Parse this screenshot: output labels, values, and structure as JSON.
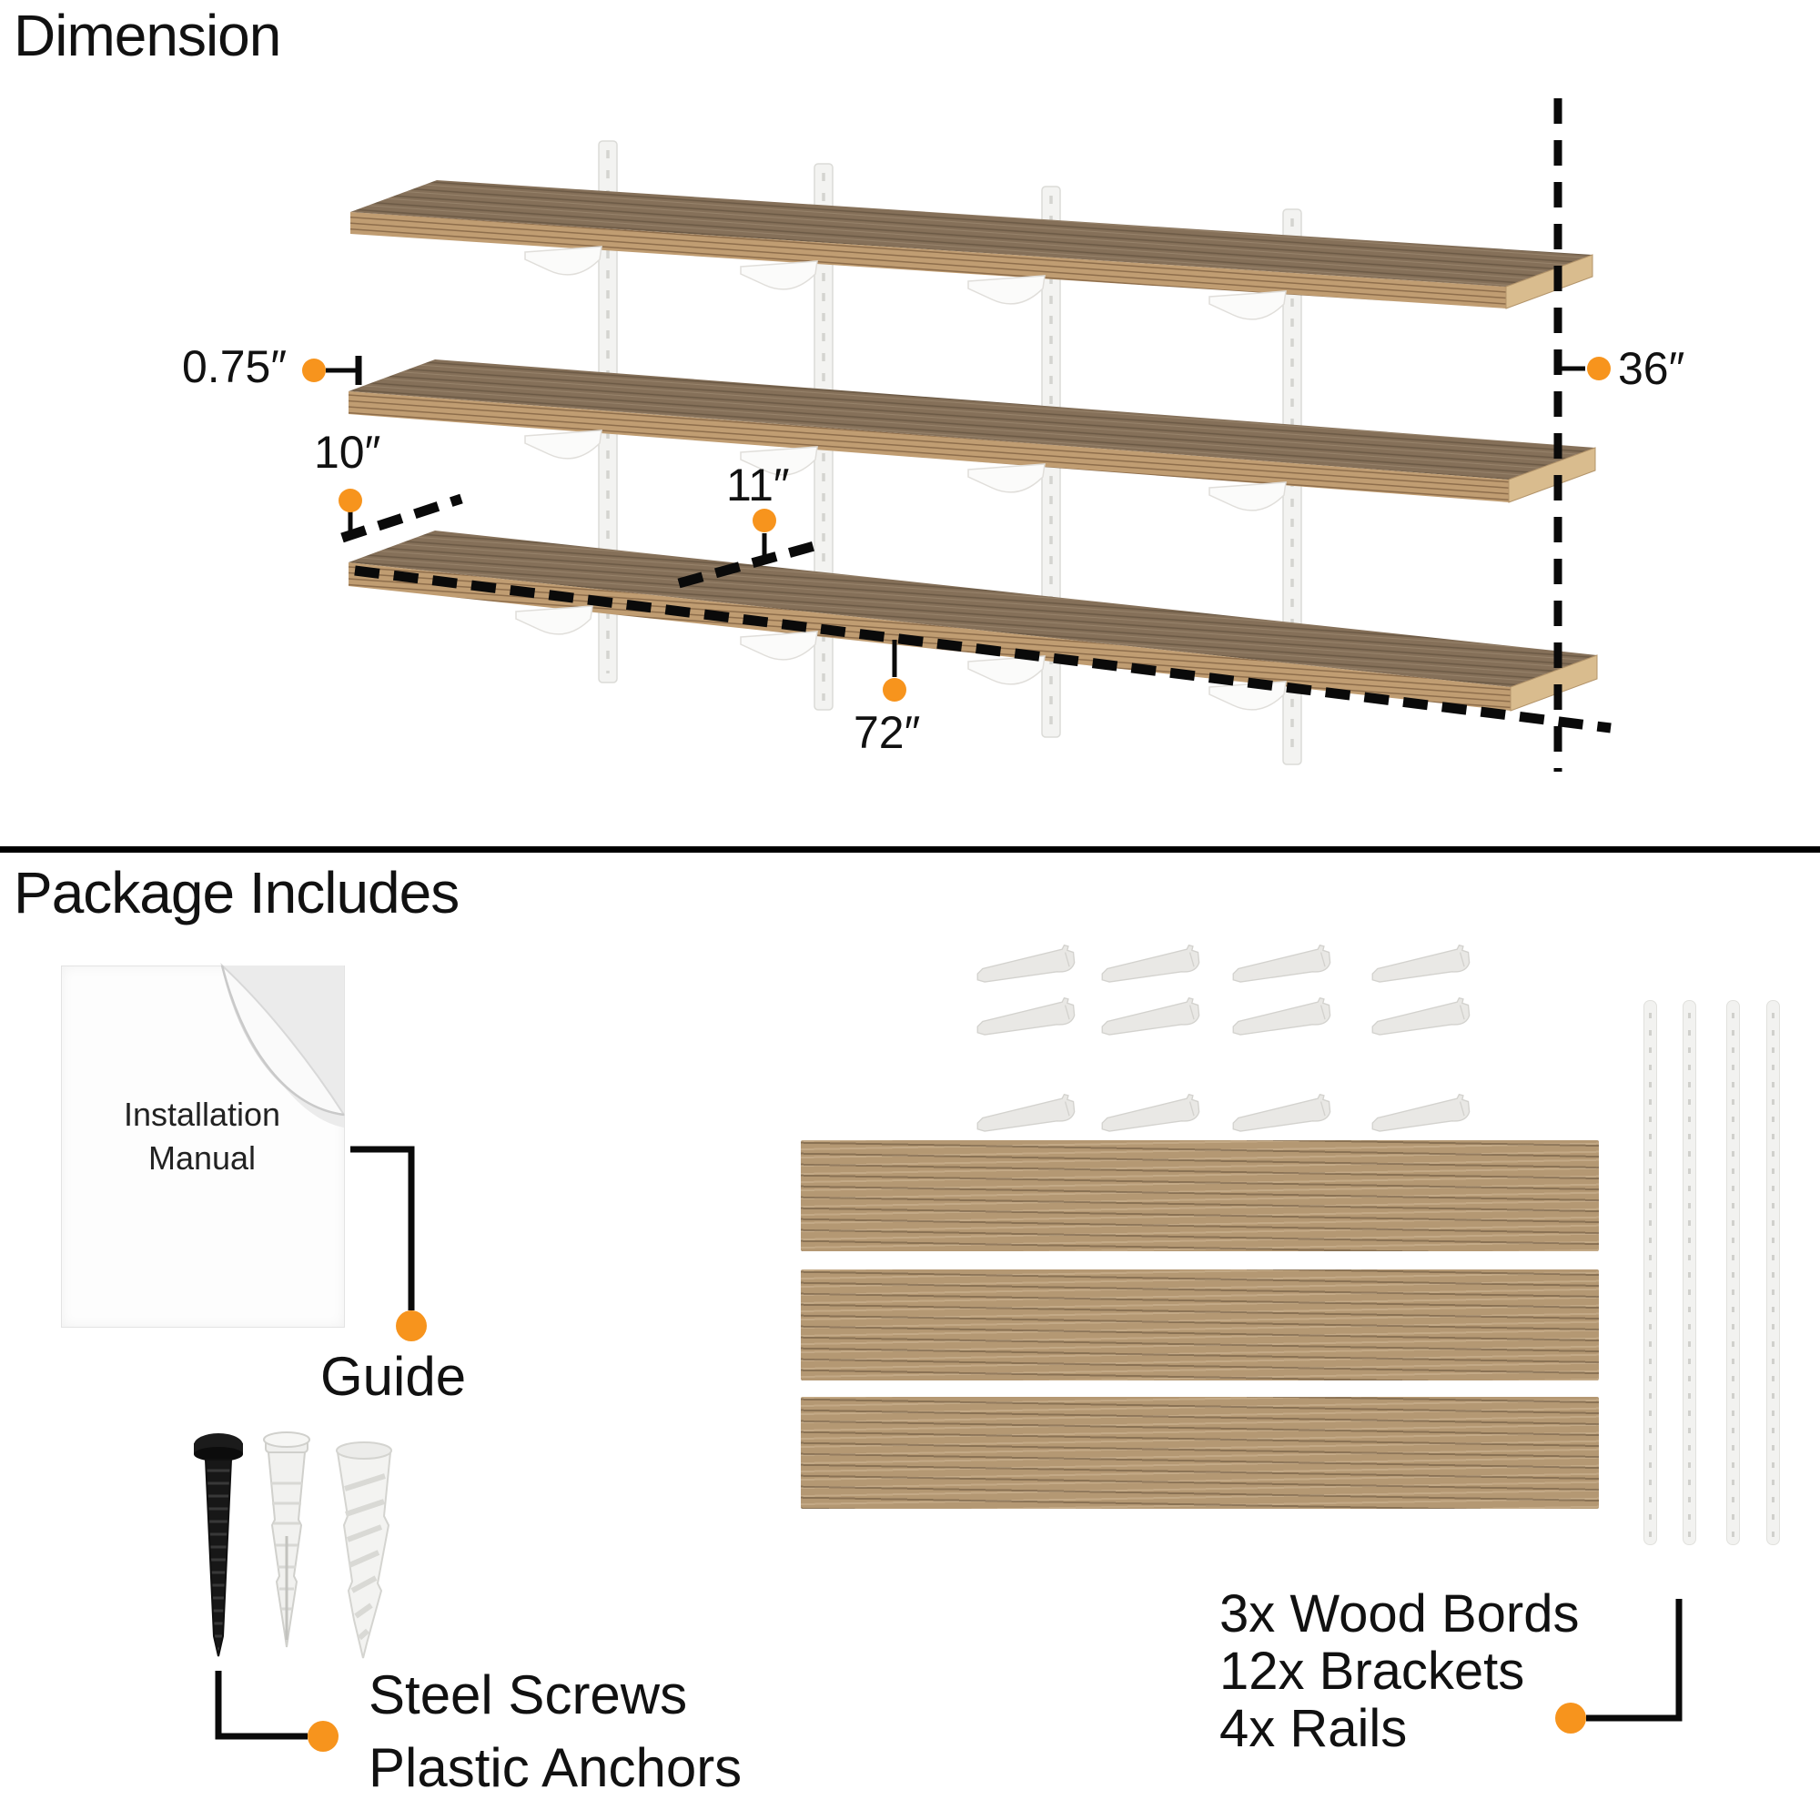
{
  "image_type": "wall shelf product infographic",
  "colors": {
    "accent_orange": "#f7941d",
    "text": "#111111",
    "background": "#ffffff",
    "wood_top": "#84705a",
    "wood_edge": "#c19e72",
    "board_wood": "#b49873",
    "hardware_white": "#f2f2f0"
  },
  "dimension_section": {
    "title": "Dimension",
    "labels": {
      "board_thickness": "0.75″",
      "bracket_depth": "10″",
      "shelf_depth": "11″",
      "shelf_width": "72″",
      "unit_height": "36″"
    }
  },
  "package_section": {
    "title": "Package Includes",
    "manual": {
      "line1": "Installation",
      "line2": "Manual"
    },
    "guide_label": "Guide",
    "fasteners": {
      "line1": "Steel Screws",
      "line2": "Plastic Anchors"
    },
    "contents": {
      "line1": "3x Wood Bords",
      "line2": "12x Brackets",
      "line3": "4x Rails"
    }
  }
}
